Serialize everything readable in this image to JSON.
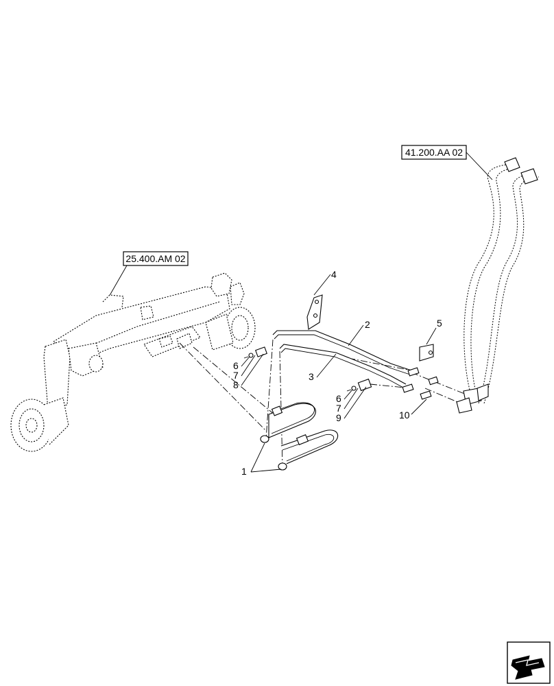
{
  "references": {
    "axle_ref": "25.400.AM 02",
    "hose_ref": "41.200.AA 02"
  },
  "callouts": {
    "c1": "1",
    "c2": "2",
    "c3": "3",
    "c4": "4",
    "c5": "5",
    "c6a": "6",
    "c7a": "7",
    "c8": "8",
    "c6b": "6",
    "c7b": "7",
    "c9": "9",
    "c10": "10"
  },
  "icons": {
    "nav": "page-navigation-arrow-icon"
  }
}
